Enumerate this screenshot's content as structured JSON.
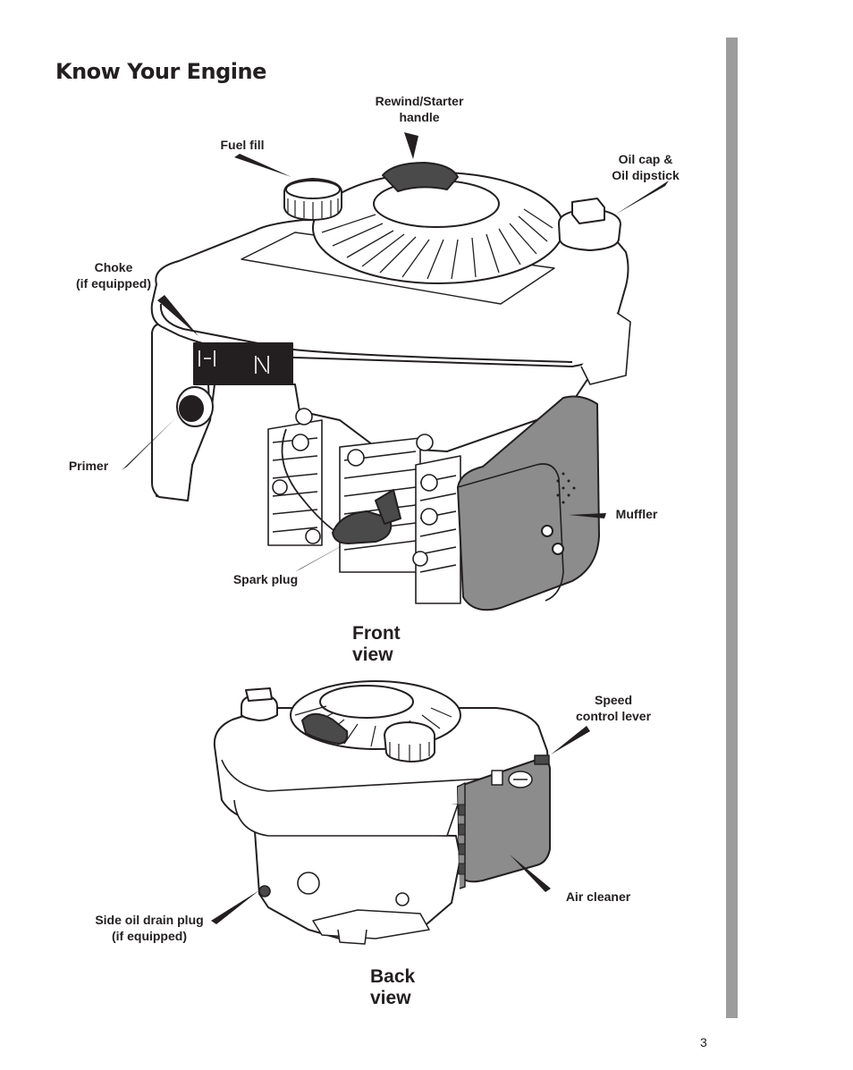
{
  "page": {
    "title": "Know Your Engine",
    "page_number": "3"
  },
  "front": {
    "view_label": "Front\nview",
    "labels": {
      "rewind": "Rewind/Starter\nhandle",
      "fuel_fill": "Fuel fill",
      "oil_cap": "Oil cap &\nOil dipstick",
      "choke": "Choke\n(if equipped)",
      "primer": "Primer",
      "muffler": "Muffler",
      "spark_plug": "Spark plug"
    }
  },
  "back": {
    "view_label": "Back\nview",
    "labels": {
      "speed_control": "Speed\ncontrol lever",
      "air_cleaner": "Air cleaner",
      "oil_drain": "Side oil drain plug\n(if equipped)"
    }
  },
  "colors": {
    "side_bar": "#9c9c9c",
    "muffler": "#8c8c8c",
    "dark_part": "#4a4a4a"
  }
}
